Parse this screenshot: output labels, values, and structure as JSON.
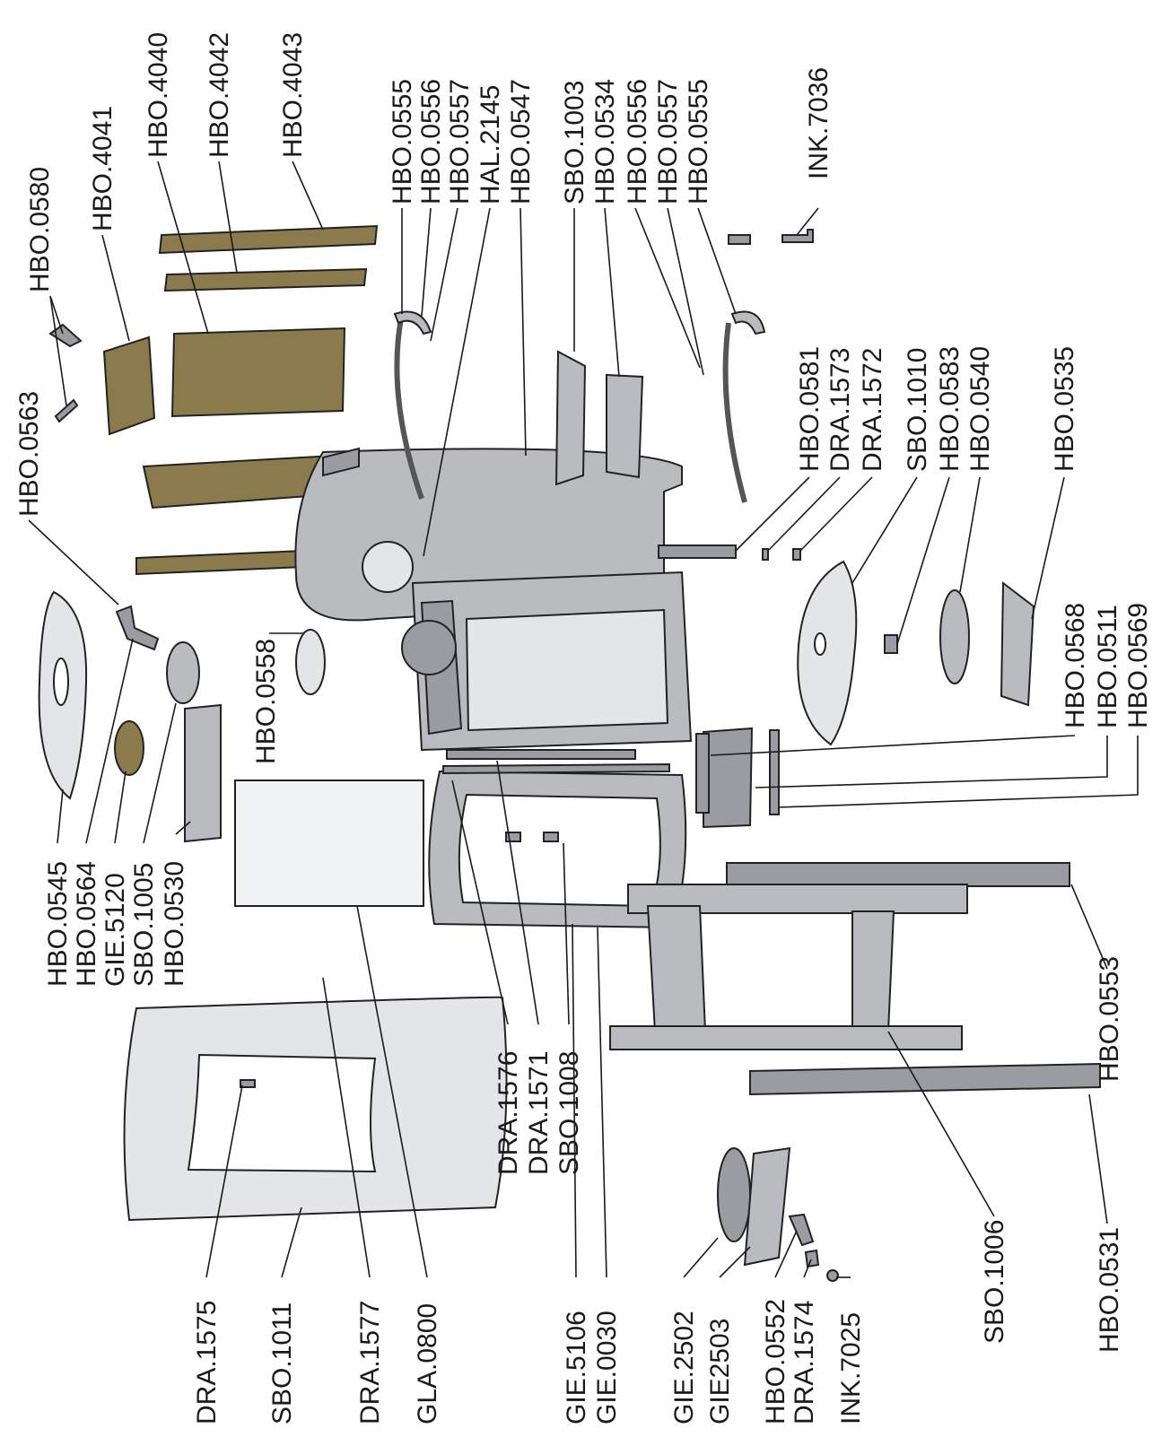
{
  "labels": {
    "top": [
      "HBO.0555",
      "HBO.0556",
      "HBO.0557",
      "HAL.2145",
      "HBO.0547",
      "SBO.1003",
      "HBO.0534",
      "HBO.0556",
      "HBO.0557",
      "HBO.0555"
    ],
    "top_left": [
      "HBO.0580",
      "HBO.4041",
      "HBO.4040",
      "HBO.4042",
      "HBO.4043"
    ],
    "top_right": "INK.7036",
    "right_middle": [
      "HBO.0581",
      "DRA.1573",
      "DRA.1572",
      "SBO.1010",
      "HBO.0583",
      "HBO.0540",
      "HBO.0535"
    ],
    "right_small": [
      "HBO.0568",
      "HBO.0511",
      "HBO.0569"
    ],
    "left_col": "HBO.0563",
    "left_group": [
      "HBO.0545",
      "HBO.0564",
      "GIE.5120",
      "SBO.1005",
      "HBO.0530"
    ],
    "mid_left": "HBO.0558",
    "mid_group": [
      "DRA.1576",
      "DRA.1571",
      "SBO.1008"
    ],
    "right_lower": [
      "HBO.0553",
      "HBO.0531",
      "SBO.1006"
    ],
    "bottom": [
      "DRA.1575",
      "SBO.1011",
      "DRA.1577",
      "GLA.0800",
      "GIE.5106",
      "GIE.0030",
      "GIE.2502",
      "GIE2503",
      "HBO.0552",
      "DRA.1574",
      "INK.7025"
    ]
  }
}
